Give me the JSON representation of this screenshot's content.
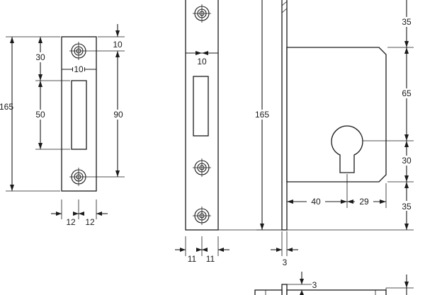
{
  "units": "mm",
  "colors": {
    "line": "#1a1a1a",
    "background": "#ffffff"
  },
  "views": {
    "striking_plate": {
      "dims": {
        "overall_height": "165",
        "top_to_slot": "30",
        "slot_height": "50",
        "top_to_screw": "10",
        "screw_spacing": "90",
        "screw_offset": "10",
        "half_width_left": "12",
        "half_width_right": "12"
      }
    },
    "forend": {
      "dims": {
        "screw_offset": "10",
        "half_width_left": "11",
        "half_width_right": "11"
      }
    },
    "lock_body": {
      "dims": {
        "overall_height": "165",
        "top_to_case": "35",
        "case_to_cylinder": "65",
        "cylinder_height": "30",
        "bottom_of_case": "35",
        "backset": "40",
        "cylinder_to_edge": "29",
        "forend_thickness": "3"
      }
    },
    "bottom_view": {
      "dims": {
        "thickness": "3"
      }
    }
  }
}
